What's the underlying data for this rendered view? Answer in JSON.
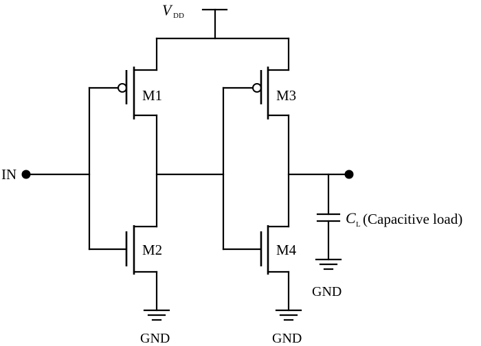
{
  "labels": {
    "vdd_main": "V",
    "vdd_sub": "DD",
    "input": "IN",
    "m1": "M1",
    "m2": "M2",
    "m3": "M3",
    "m4": "M4",
    "gnd_m2": "GND",
    "gnd_m4": "GND",
    "gnd_cap": "GND",
    "cap_main": "C",
    "cap_sub": "L",
    "cap_desc": "(Capacitive load)"
  }
}
